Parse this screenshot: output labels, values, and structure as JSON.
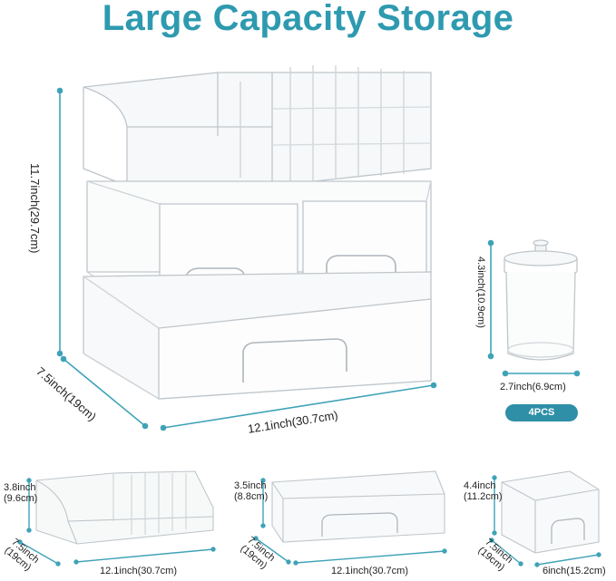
{
  "title": "Large Capacity Storage",
  "main": {
    "height": "11.7inch(29.7cm)",
    "depth": "7.5inch(19cm)",
    "width": "12.1inch(30.7cm)"
  },
  "jar": {
    "height": "4.3inch(10.9cm)",
    "diameter": "2.7inch(6.9cm)",
    "badge": "4PCS"
  },
  "top_tray": {
    "height_line1": "3.8inch",
    "height_line2": "(9.6cm)",
    "depth_line1": "7.5inch",
    "depth_line2": "(19cm)",
    "width": "12.1inch(30.7cm)"
  },
  "large_drawer": {
    "height_line1": "3.5inch",
    "height_line2": "(8.8cm)",
    "depth_line1": "7.5inch",
    "depth_line2": "(19cm)",
    "width": "12.1inch(30.7cm)"
  },
  "small_drawer": {
    "height_line1": "4.4inch",
    "height_line2": "(11.2cm)",
    "depth_line1": "7.5inch",
    "depth_line2": "(19cm)",
    "width": "6inch(15.2cm)"
  },
  "colors": {
    "accent": "#2e9ab0",
    "dimension_line": "#3fa3b8",
    "acrylic": "#c9cfd3"
  }
}
